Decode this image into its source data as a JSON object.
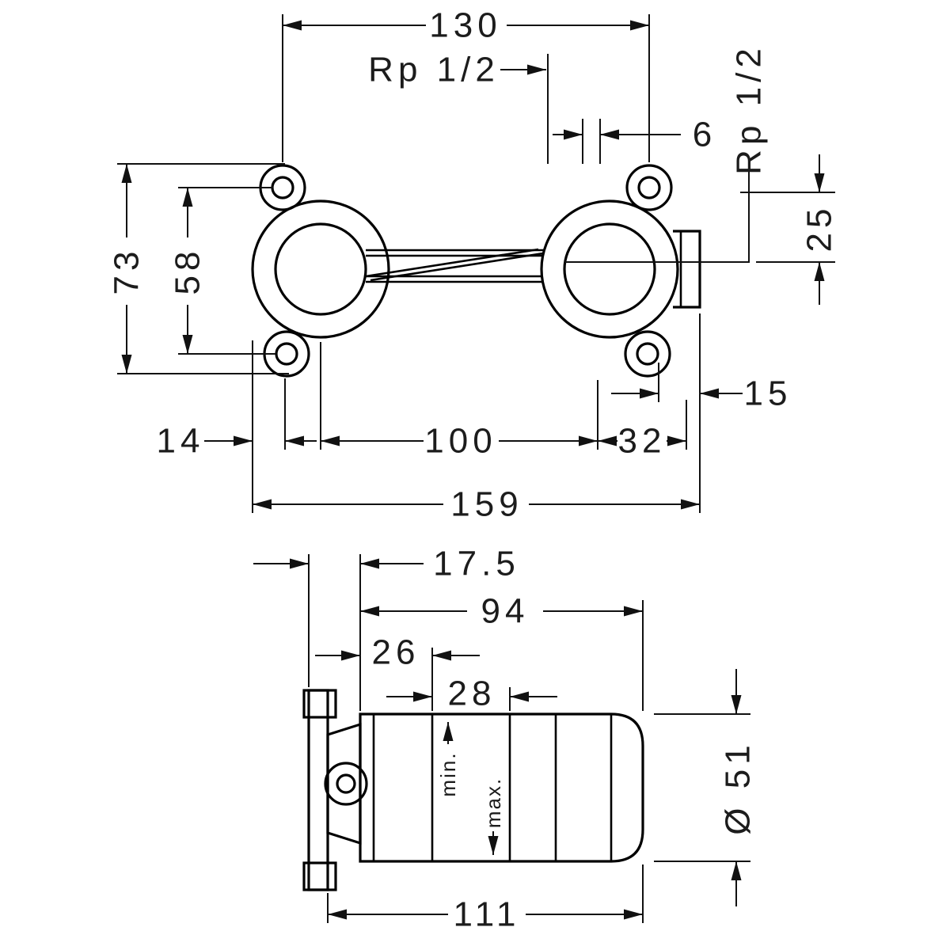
{
  "drawing_title": "Concealed basin mixer installation body - dimensional drawing",
  "front_view": {
    "dim_130": "130",
    "dim_rp12_left": "Rp 1/2",
    "dim_6": "6",
    "dim_rp12_right": "Rp 1/2",
    "dim_73": "73",
    "dim_58": "58",
    "dim_25": "25",
    "dim_15": "15",
    "dim_14": "14",
    "dim_100": "100",
    "dim_32": "32",
    "dim_159": "159"
  },
  "side_view": {
    "dim_17_5": "17.5",
    "dim_94": "94",
    "dim_26": "26",
    "dim_28": "28",
    "dim_diameter": "Ø 51",
    "dim_111": "111",
    "label_min": "min.",
    "label_max": "max."
  },
  "colors": {
    "line": "#000000",
    "dimension": "#111111",
    "text": "#1c1c1c",
    "background": "#ffffff"
  }
}
